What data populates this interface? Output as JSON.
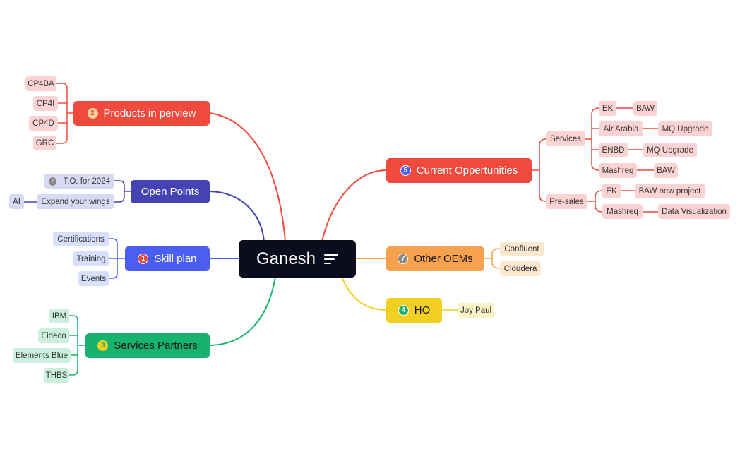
{
  "root": {
    "label": "Ganesh",
    "icon": "menu-lines-icon"
  },
  "colors": {
    "red": "#f04a3e",
    "indigo": "#4543b4",
    "blue": "#4a5ff2",
    "green": "#17b26e",
    "orange": "#f5a14d",
    "yellow": "#f2d021",
    "root": "#0b0d1e"
  },
  "branches": {
    "products": {
      "label": "Products in perview",
      "badge": "2",
      "children": [
        "CP4BA",
        "CP4I",
        "CP4D",
        "GRC"
      ]
    },
    "open_points": {
      "label": "Open Points",
      "children": {
        "to": {
          "badge": "7",
          "label": "T.O. for 2024"
        },
        "expand": "Expand your wings",
        "ai": "AI"
      }
    },
    "skill_plan": {
      "label": "Skill plan",
      "badge": "1",
      "children": [
        "Certifications",
        "Training",
        "Events"
      ]
    },
    "services_partners": {
      "label": "Services Partners",
      "badge": "3",
      "children": [
        "IBM",
        "Eideco",
        "Elements Blue",
        "THBS"
      ]
    },
    "current": {
      "label": "Current Oppertunities",
      "badge": "5",
      "services": {
        "label": "Services",
        "items": [
          {
            "a": "EK",
            "b": "BAW"
          },
          {
            "a": "Air Arabia",
            "b": "MQ Upgrade"
          },
          {
            "a": "ENBD",
            "b": "MQ Upgrade"
          },
          {
            "a": "Mashreq",
            "b": "BAW"
          }
        ]
      },
      "presales": {
        "label": "Pre-sales",
        "items": [
          {
            "a": "EK",
            "b": "BAW new project"
          },
          {
            "a": "Mashreq",
            "b": "Data Visualization"
          }
        ]
      }
    },
    "other_oems": {
      "label": "Other OEMs",
      "badge": "7",
      "children": [
        "Confluent",
        "Cloudera"
      ]
    },
    "ho": {
      "label": "HO",
      "badge": "4",
      "children": [
        "Joy Paul"
      ]
    }
  }
}
